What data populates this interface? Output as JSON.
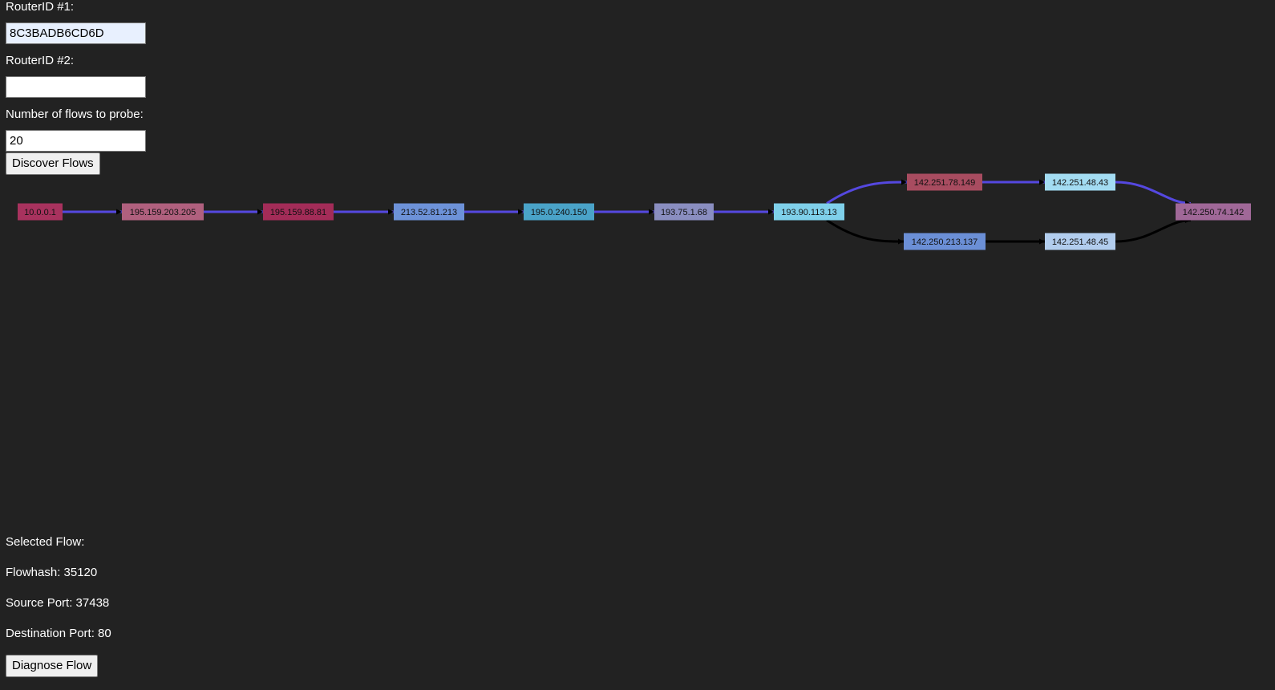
{
  "form": {
    "router1_label": "RouterID #1:",
    "router1_value": "8C3BADB6CD6D",
    "router2_label": "RouterID #2:",
    "router2_value": "",
    "flows_label": "Number of flows to probe:",
    "flows_value": "20",
    "discover_label": "Discover Flows"
  },
  "graph": {
    "nodes": [
      {
        "id": "n1",
        "label": "10.0.0.1",
        "color": "#a8325e"
      },
      {
        "id": "n2",
        "label": "195.159.203.205",
        "color": "#b0607e"
      },
      {
        "id": "n3",
        "label": "195.159.88.81",
        "color": "#a32c58"
      },
      {
        "id": "n4",
        "label": "213.52.81.213",
        "color": "#6d92d8"
      },
      {
        "id": "n5",
        "label": "195.0.240.150",
        "color": "#4aa3c8"
      },
      {
        "id": "n6",
        "label": "193.75.1.68",
        "color": "#8a8ec0"
      },
      {
        "id": "n7",
        "label": "193.90.113.13",
        "color": "#7fd0ea"
      },
      {
        "id": "n8",
        "label": "142.251.78.149",
        "color": "#a84c60"
      },
      {
        "id": "n9",
        "label": "142.251.48.43",
        "color": "#a3dcf2"
      },
      {
        "id": "n10",
        "label": "142.250.213.137",
        "color": "#6b8fd6"
      },
      {
        "id": "n11",
        "label": "142.251.48.45",
        "color": "#b2cdee"
      },
      {
        "id": "n12",
        "label": "142.250.74.142",
        "color": "#a06898"
      }
    ],
    "edges": [
      {
        "from": "n1",
        "to": "n2",
        "color": "#5548e0"
      },
      {
        "from": "n2",
        "to": "n3",
        "color": "#5548e0"
      },
      {
        "from": "n3",
        "to": "n4",
        "color": "#5548e0"
      },
      {
        "from": "n4",
        "to": "n5",
        "color": "#5548e0"
      },
      {
        "from": "n5",
        "to": "n6",
        "color": "#5548e0"
      },
      {
        "from": "n6",
        "to": "n7",
        "color": "#5548e0"
      },
      {
        "from": "n7",
        "to": "n8",
        "color": "#5548e0"
      },
      {
        "from": "n8",
        "to": "n9",
        "color": "#5548e0"
      },
      {
        "from": "n9",
        "to": "n12",
        "color": "#5548e0"
      },
      {
        "from": "n7",
        "to": "n10",
        "color": "#000000"
      },
      {
        "from": "n10",
        "to": "n11",
        "color": "#000000"
      },
      {
        "from": "n11",
        "to": "n12",
        "color": "#000000"
      }
    ]
  },
  "selected": {
    "heading": "Selected Flow:",
    "flowhash": "Flowhash: 35120",
    "source_port": "Source Port: 37438",
    "dest_port": "Destination Port: 80",
    "diagnose_label": "Diagnose Flow"
  }
}
